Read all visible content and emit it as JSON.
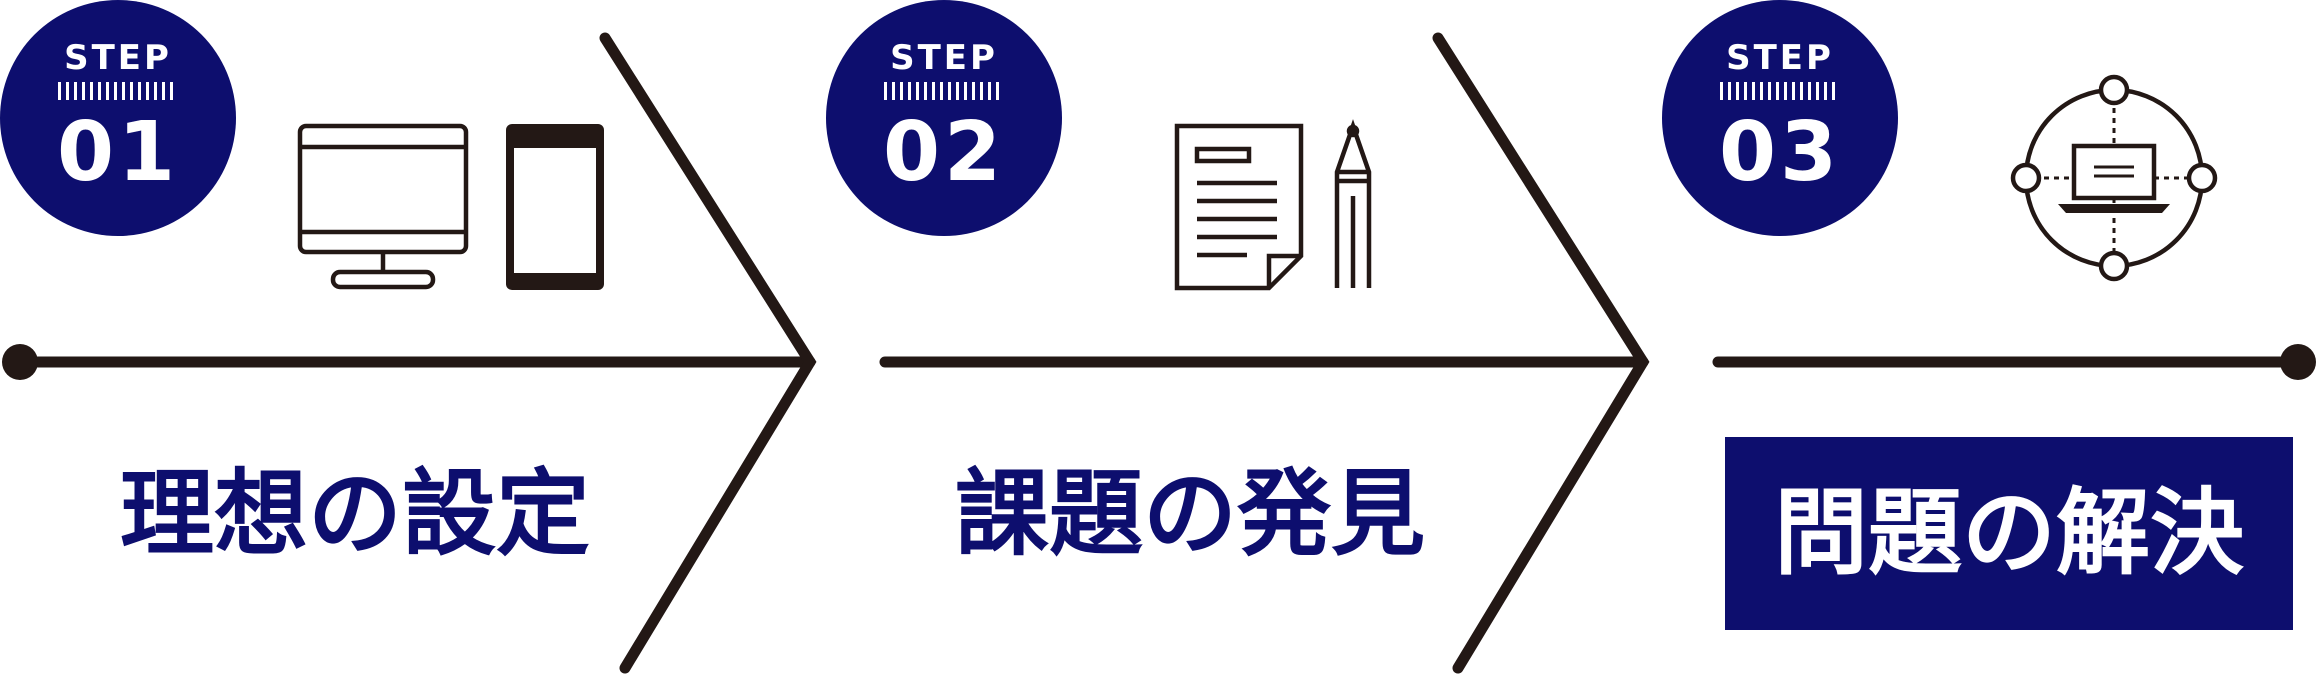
{
  "colors": {
    "accent": "#0d0e6e",
    "line": "#231815",
    "white": "#ffffff"
  },
  "steps": [
    {
      "step_label": "STEP",
      "number": "01",
      "title": "理想の設定",
      "icon": "monitor-and-tablet-icon",
      "highlighted": false
    },
    {
      "step_label": "STEP",
      "number": "02",
      "title": "課題の発見",
      "icon": "document-and-pencil-icon",
      "highlighted": false
    },
    {
      "step_label": "STEP",
      "number": "03",
      "title": "問題の解決",
      "icon": "laptop-network-icon",
      "highlighted": true
    }
  ]
}
